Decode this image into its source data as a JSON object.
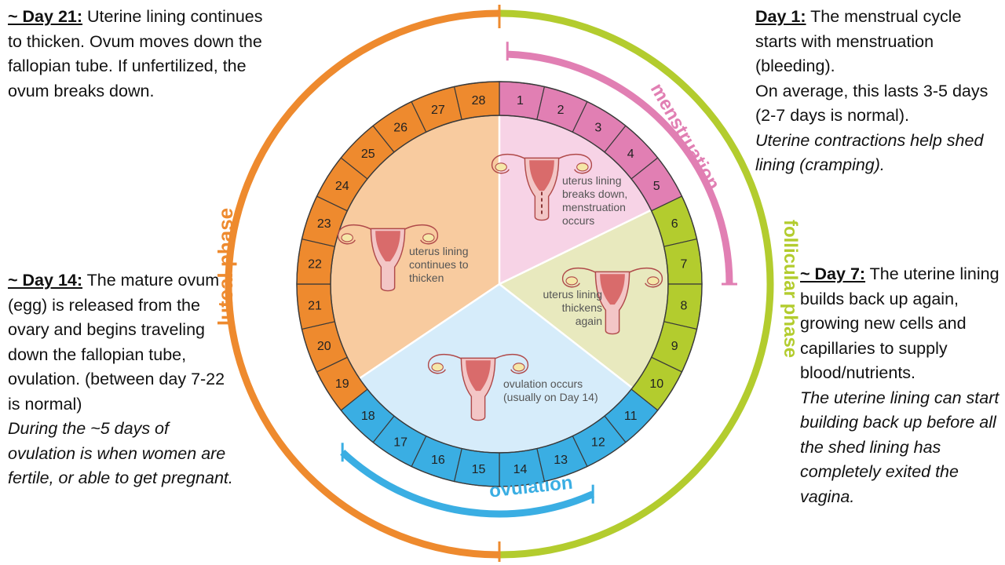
{
  "notes": {
    "day21": {
      "heading": "~ Day 21:",
      "text": " Uterine lining continues to thicken.  Ovum moves down the fallopian tube.  If unfertilized, the ovum breaks down."
    },
    "day1": {
      "heading": "Day 1:",
      "text": " The menstrual cycle starts with menstruation (bleeding).",
      "text2": "On average, this lasts 3-5 days (2-7 days is normal).",
      "italic": "Uterine contractions help shed lining (cramping)."
    },
    "day14": {
      "heading": "~ Day 14:",
      "text": " The mature ovum (egg) is released from the ovary and begins traveling down the fallopian tube, ovulation. (between day 7-22 is normal)",
      "italic": "During the ~5 days of ovulation is when women are fertile, or able to get pregnant."
    },
    "day7": {
      "heading": "~ Day 7:",
      "text": " The uterine lining builds back up again, growing new cells and capillaries to supply blood/nutrients.",
      "italic": "The uterine lining can start building back up before all the shed lining has completely exited the vagina."
    }
  },
  "diagram": {
    "days": [
      "1",
      "2",
      "3",
      "4",
      "5",
      "6",
      "7",
      "8",
      "9",
      "10",
      "11",
      "12",
      "13",
      "14",
      "15",
      "16",
      "17",
      "18",
      "19",
      "20",
      "21",
      "22",
      "23",
      "24",
      "25",
      "26",
      "27",
      "28"
    ],
    "phase_labels": {
      "menstruation": "menstruation",
      "follicular": "follicular phase",
      "ovulation": "ovulation",
      "luteal": "luteal phase"
    },
    "sector_captions": {
      "menstruation": [
        "uterus lining",
        "breaks down,",
        "menstruation",
        "occurs"
      ],
      "thickens": [
        "uterus lining",
        "thickens",
        "again"
      ],
      "ovulation": [
        "ovulation occurs",
        "(usually on Day 14)"
      ],
      "luteal": [
        "uterus lining",
        "continues to",
        "thicken"
      ]
    },
    "colors": {
      "menstruation": "#e17fb3",
      "follicular": "#b3cc2e",
      "ovulation": "#3aaee3",
      "luteal": "#ee8a2e",
      "menstruation_fill": "#f7d3e6",
      "follicular_fill": "#e8e9be",
      "ovulation_fill": "#d6ecfa",
      "luteal_fill": "#f8cb9f"
    }
  }
}
